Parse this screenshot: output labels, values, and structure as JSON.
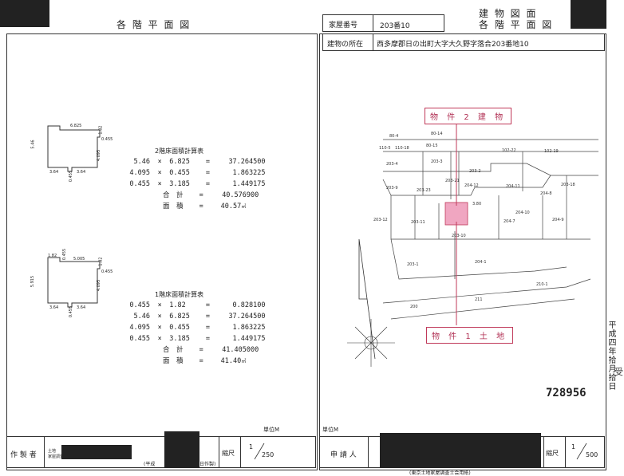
{
  "left_header": {
    "title": "各 階 平 面 図"
  },
  "right_header": {
    "title_line1": "建 物 図 面",
    "title_line2": "各 階 平 面 図",
    "house_no_label": "家屋番号",
    "house_no_value": "203番10",
    "location_label": "建物の所在",
    "location_value": "西多摩郡日の出町大字大久野字落合203番地10"
  },
  "floor2": {
    "dims": {
      "top": "6.825",
      "left": "5.46",
      "right_a": "1.82",
      "right_b": "0.455",
      "right_c": "4.095",
      "bot_a": "3.64",
      "bot_b": "0.455",
      "bot_c": "3.64"
    },
    "calc_title": "2階床面積計算表",
    "rows": [
      {
        "a": "5.46",
        "op": "×",
        "b": "6.825",
        "eq": "=",
        "r": "37.264500"
      },
      {
        "a": "4.095",
        "op": "×",
        "b": "0.455",
        "eq": "=",
        "r": "1.863225"
      },
      {
        "a": "0.455",
        "op": "×",
        "b": "3.185",
        "eq": "=",
        "r": "1.449175"
      }
    ],
    "sum_label": "合　計",
    "sum_value": "40.576900",
    "area_label": "面　積",
    "area_value": "40.57",
    "unit": "㎡"
  },
  "floor1": {
    "dims": {
      "top_a": "1.82",
      "top_b": "0.455",
      "top_c": "5.005",
      "left": "5.915",
      "right_a": "1.82",
      "right_b": "0.455",
      "right_c": "4.095",
      "bot_a": "3.64",
      "bot_b": "0.455",
      "bot_c": "3.64"
    },
    "calc_title": "1階床面積計算表",
    "rows": [
      {
        "a": "0.455",
        "op": "×",
        "b": "1.82",
        "eq": "=",
        "r": "0.828100"
      },
      {
        "a": "5.46",
        "op": "×",
        "b": "6.825",
        "eq": "=",
        "r": "37.264500"
      },
      {
        "a": "4.095",
        "op": "×",
        "b": "0.455",
        "eq": "=",
        "r": "1.863225"
      },
      {
        "a": "0.455",
        "op": "×",
        "b": "3.185",
        "eq": "=",
        "r": "1.449175"
      }
    ],
    "sum_label": "合　計",
    "sum_value": "41.405000",
    "area_label": "面　積",
    "area_value": "41.40",
    "unit": "㎡"
  },
  "map": {
    "callout_building": "物 件 2 建 物",
    "callout_land": "物 件 1 土 地",
    "lots": [
      "80-4",
      "80-14",
      "110-5",
      "110-18",
      "80-15",
      "102-22",
      "102-19",
      "203-4",
      "203-3",
      "203-2",
      "203-21",
      "203-9",
      "203-23",
      "204-12",
      "204-11",
      "204-8",
      "203-18",
      "203-12",
      "203-11",
      "3.80",
      "204-10",
      "204-9",
      "204-7",
      "203-10",
      "203-1",
      "204-1",
      "210-1",
      "211",
      "200"
    ]
  },
  "footer": {
    "unit_left": "単位M",
    "unit_right": "単位M",
    "maker_label": "作 製 者",
    "maker_sub1": "土地",
    "maker_sub2": "家屋調査士",
    "date_note": "(平成",
    "date_note2": "日作製)",
    "scale_label": "縮尺",
    "scale_left_num": "1",
    "scale_left_den": "250",
    "applicant_label": "申 請 人",
    "scale_right_num": "1",
    "scale_right_den": "500",
    "doc_number": "728956",
    "association": "(東京土地家屋調査士会用紙)"
  },
  "side_stamp": {
    "text": "平成四年拾月拾日",
    "handwriting": "受"
  }
}
